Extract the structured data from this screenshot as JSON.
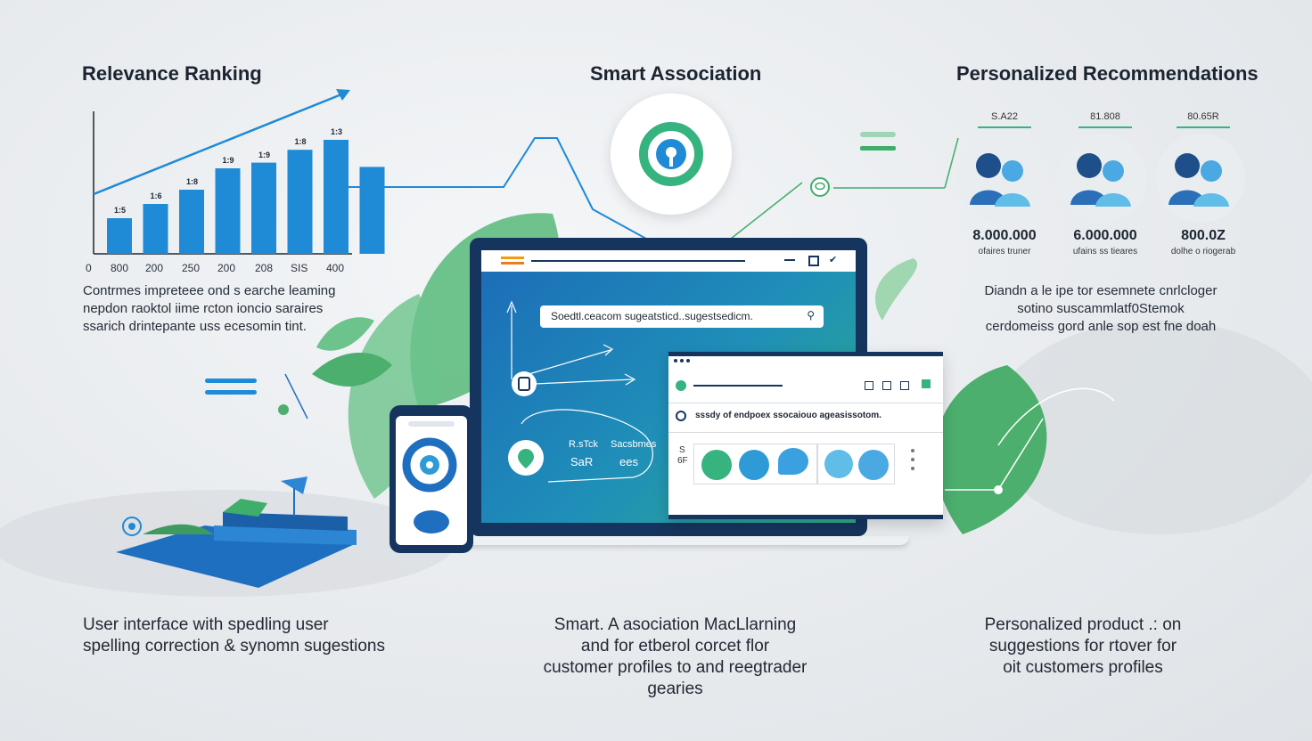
{
  "sections": {
    "left_title": "Relevance Ranking",
    "center_title": "Smart Association",
    "right_title": "Personalized Recommendations"
  },
  "chart_data": {
    "type": "bar",
    "title": "",
    "tick_labels": [
      "0",
      "800",
      "200",
      "250",
      "200",
      "208",
      "SIS",
      "400"
    ],
    "values": [
      0.25,
      0.35,
      0.45,
      0.6,
      0.64,
      0.73,
      0.8,
      0.61
    ],
    "bar_labels": [
      "1:5",
      "1:6",
      "1:8",
      "1:9",
      "1:9",
      "1:8",
      "1:3",
      ""
    ],
    "trend": "up",
    "color": "#1f8ad6"
  },
  "left_desc": "Contrmes impreteee ond s earche leaming\nnepdon raoktol iime rcton ioncio saraires\nssarich drintepante uss ecesomin tint.",
  "center": {
    "search_placeholder": "Soedtl.ceacom sugeatsticd..sugestsedicm.",
    "bubble_line1": "R.sTck",
    "bubble_line1b": "Sacsbmes",
    "bubble_line2": "SaR",
    "bubble_line2b": "ees",
    "popup_text": "sssdy of endpoex ssocaiouo ageasissotom.",
    "popup_sidebar_a": "S",
    "popup_sidebar_b": "6F"
  },
  "recommendations": [
    {
      "price": "S.A22",
      "value": "8.000.000",
      "sub": "ofaires truner"
    },
    {
      "price": "81.808",
      "value": "6.000.000",
      "sub": "ufains ss tieares"
    },
    {
      "price": "80.65R",
      "value": "800.0Z",
      "sub": "dolhe o riogerab"
    }
  ],
  "right_desc": "Diandn a le ipe tor esemnete cnrlcloger\nsotino suscammlatf0Stemok\ncerdomeiss gord anle sop est fne doah",
  "captions": {
    "left": "User interface with spedling user\nspelling correction & synomn sugestions",
    "center": "Smart. A asociation MacLlarning\nand for etberol corcet flor\ncustomer profiles to and reegtrader\ngearies",
    "right": "Personalized product .: on\nsuggestions for rtover for\noit customers profiles"
  },
  "colors": {
    "accent_blue": "#1f8ad6",
    "navy": "#16355e",
    "green": "#36b37e",
    "leaf_green": "#4caf6e"
  },
  "icons": [
    "trend-arrow-icon",
    "target-icon",
    "search-icon",
    "user-avatar-icon",
    "book-icon",
    "leaf-icon"
  ]
}
